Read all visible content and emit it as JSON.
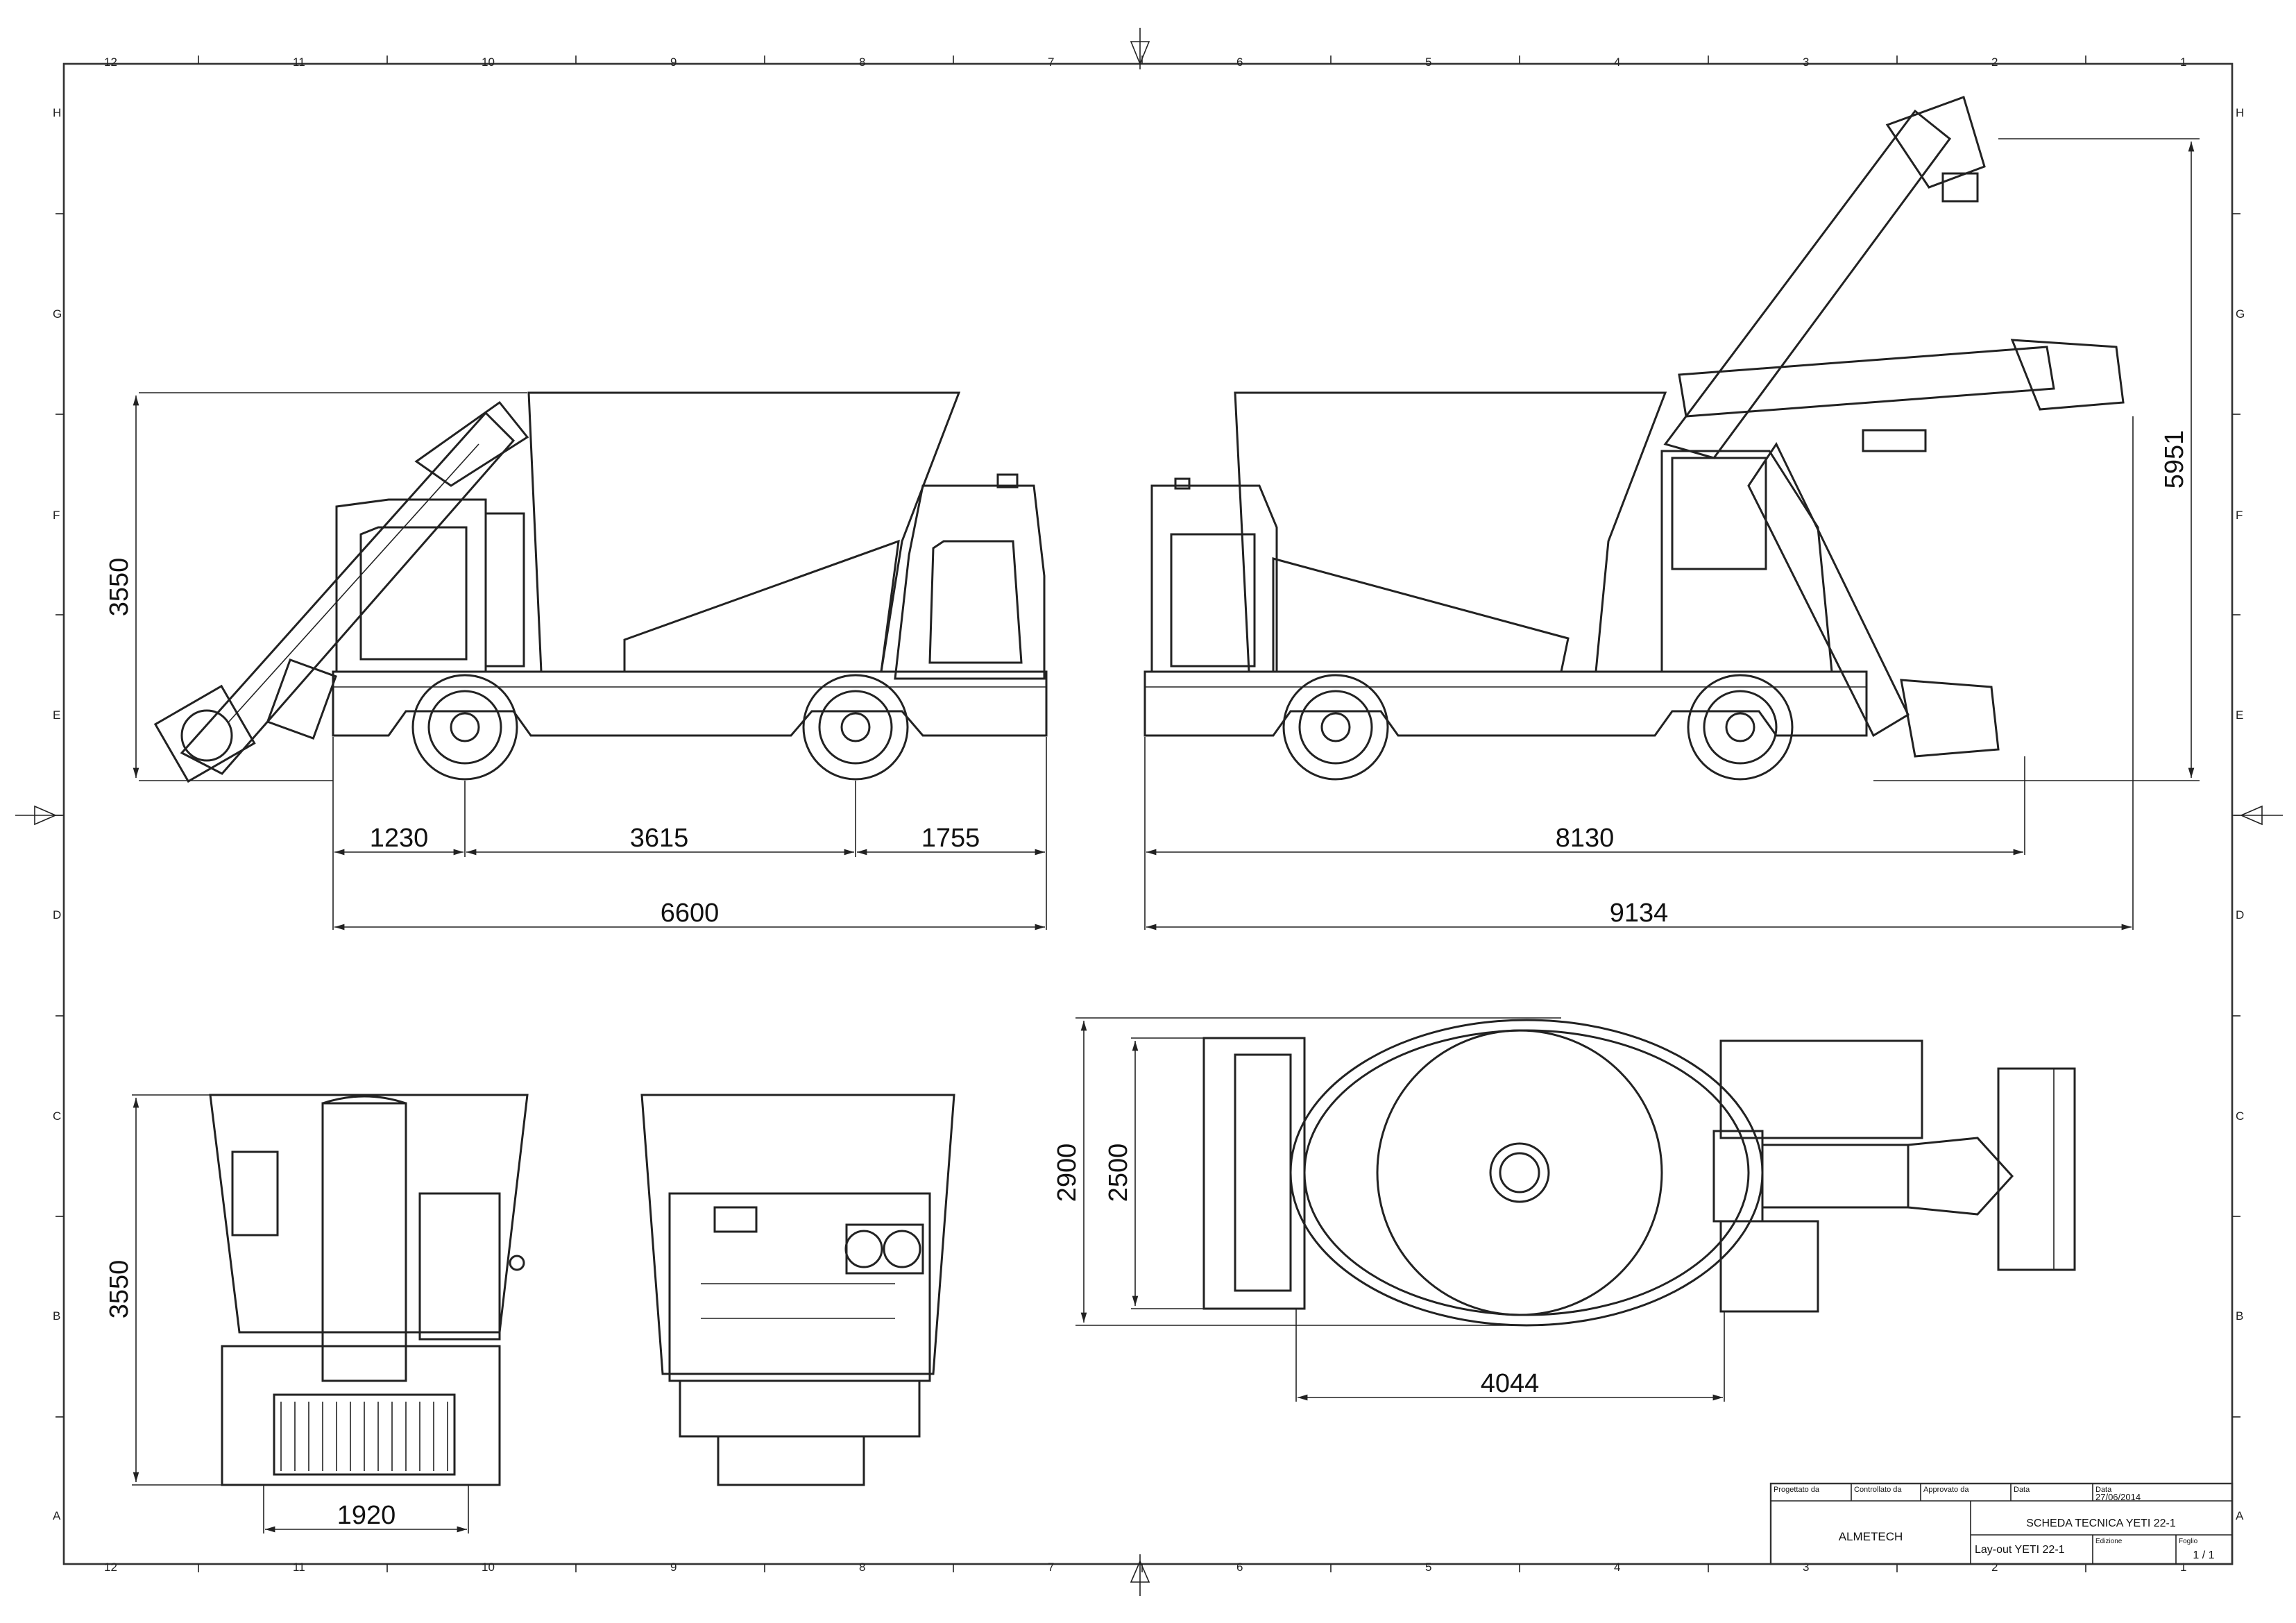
{
  "drawing": {
    "zone_numbers": [
      "12",
      "11",
      "10",
      "9",
      "8",
      "7",
      "6",
      "5",
      "4",
      "3",
      "2",
      "1"
    ],
    "zone_letters": [
      "H",
      "G",
      "F",
      "E",
      "D",
      "C",
      "B",
      "A"
    ]
  },
  "dimensions": {
    "side_height": "3550",
    "wheelbase_front": "1230",
    "wheelbase_mid": "3615",
    "wheelbase_rear": "1755",
    "side_length": "6600",
    "raised_length": "8130",
    "raised_total": "9134",
    "raised_height": "5951",
    "front_height": "3550",
    "front_width": "1920",
    "top_width_outer": "2900",
    "top_width_inner": "2500",
    "top_length": "4044"
  },
  "title_block": {
    "designed_by_label": "Progettato da",
    "checked_by_label": "Controllato da",
    "approved_by_label": "Approvato da",
    "date_label_1": "Data",
    "date_label_2": "Data",
    "date_value": "27/06/2014",
    "company": "ALMETECH",
    "title": "SCHEDA TECNICA YETI 22-1",
    "subtitle": "Lay-out YETI 22-1",
    "edition_label": "Edizione",
    "sheet_label": "Foglio",
    "sheet_value": "1 / 1"
  }
}
